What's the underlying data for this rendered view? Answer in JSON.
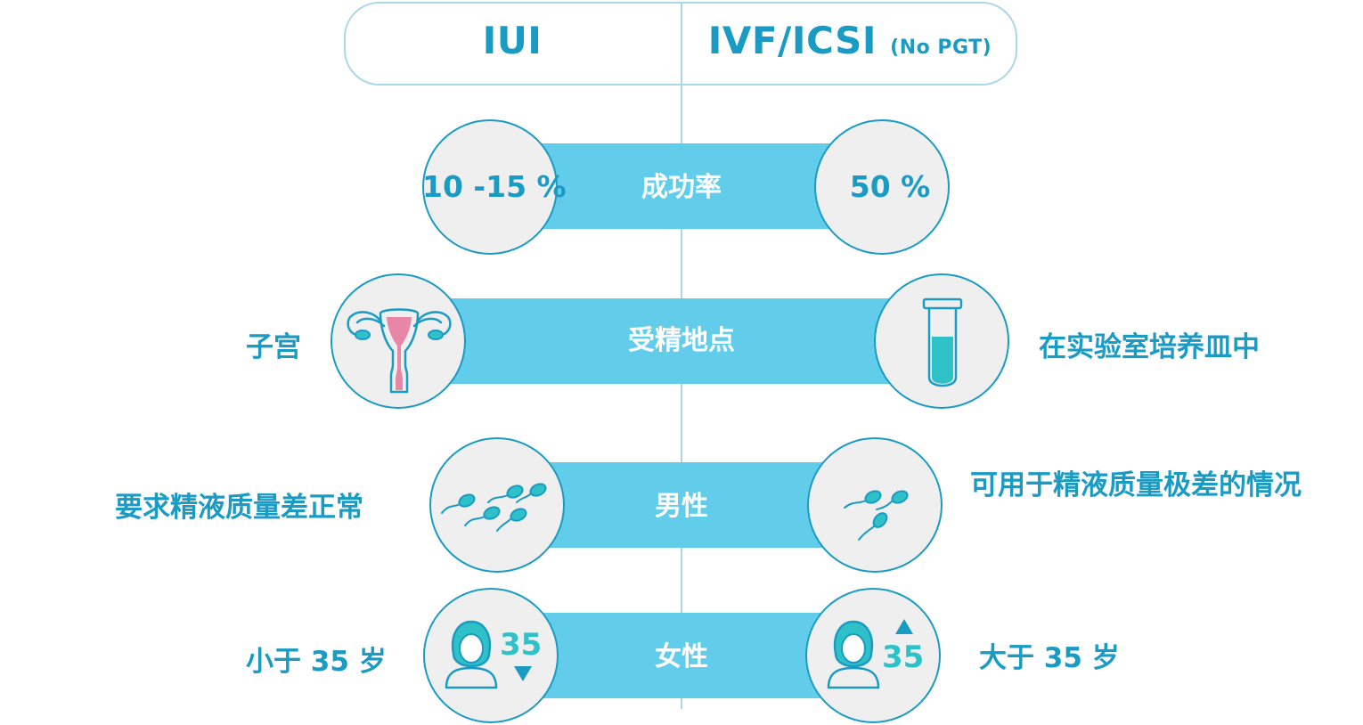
{
  "header": {
    "left_title": "IUI",
    "right_title": "IVF/ICSI",
    "right_suffix": "(No PGT)"
  },
  "rows": [
    {
      "label": "成功率",
      "left_value": "10 -15 %",
      "right_value": "50 %"
    },
    {
      "label": "受精地点",
      "left_text": "子宫",
      "right_text": "在实验室培养皿中",
      "left_icon": "uterus-icon",
      "right_icon": "test-tube-icon"
    },
    {
      "label": "男性",
      "left_text": "要求精液质量差正常",
      "right_text": "可用于精液质量极差的情况",
      "left_icon": "sperm-icon",
      "right_icon": "sperm-icon"
    },
    {
      "label": "女性",
      "left_text": "小于 35 岁",
      "right_text": "大于 35 岁",
      "left_age": "35",
      "right_age": "35",
      "left_icon": "woman-age-below-icon",
      "right_icon": "woman-age-above-icon"
    }
  ],
  "colors": {
    "primary_blue": "#1a9bc4",
    "bar_blue": "#62cdea",
    "teal": "#2fc1c8",
    "pink": "#e985a6",
    "circle_fill": "#efefef",
    "line": "#a9d6e8"
  }
}
